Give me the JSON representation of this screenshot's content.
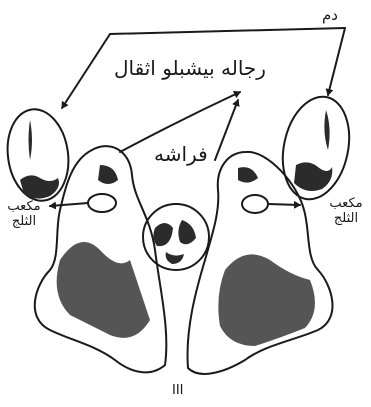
{
  "labels": {
    "tail": "دم",
    "legs": "رجاله بيشبلو اثقال",
    "moth": "فراشه",
    "left_joint_line1": "مكعب",
    "left_joint_line2": "الثلج",
    "right_joint_line1": "مكعب",
    "right_joint_line2": "الثلج",
    "figure_number": "III"
  },
  "colors": {
    "ink": "#1a1a1a",
    "paper": "#ffffff",
    "stipple": "#2b2b2b"
  }
}
